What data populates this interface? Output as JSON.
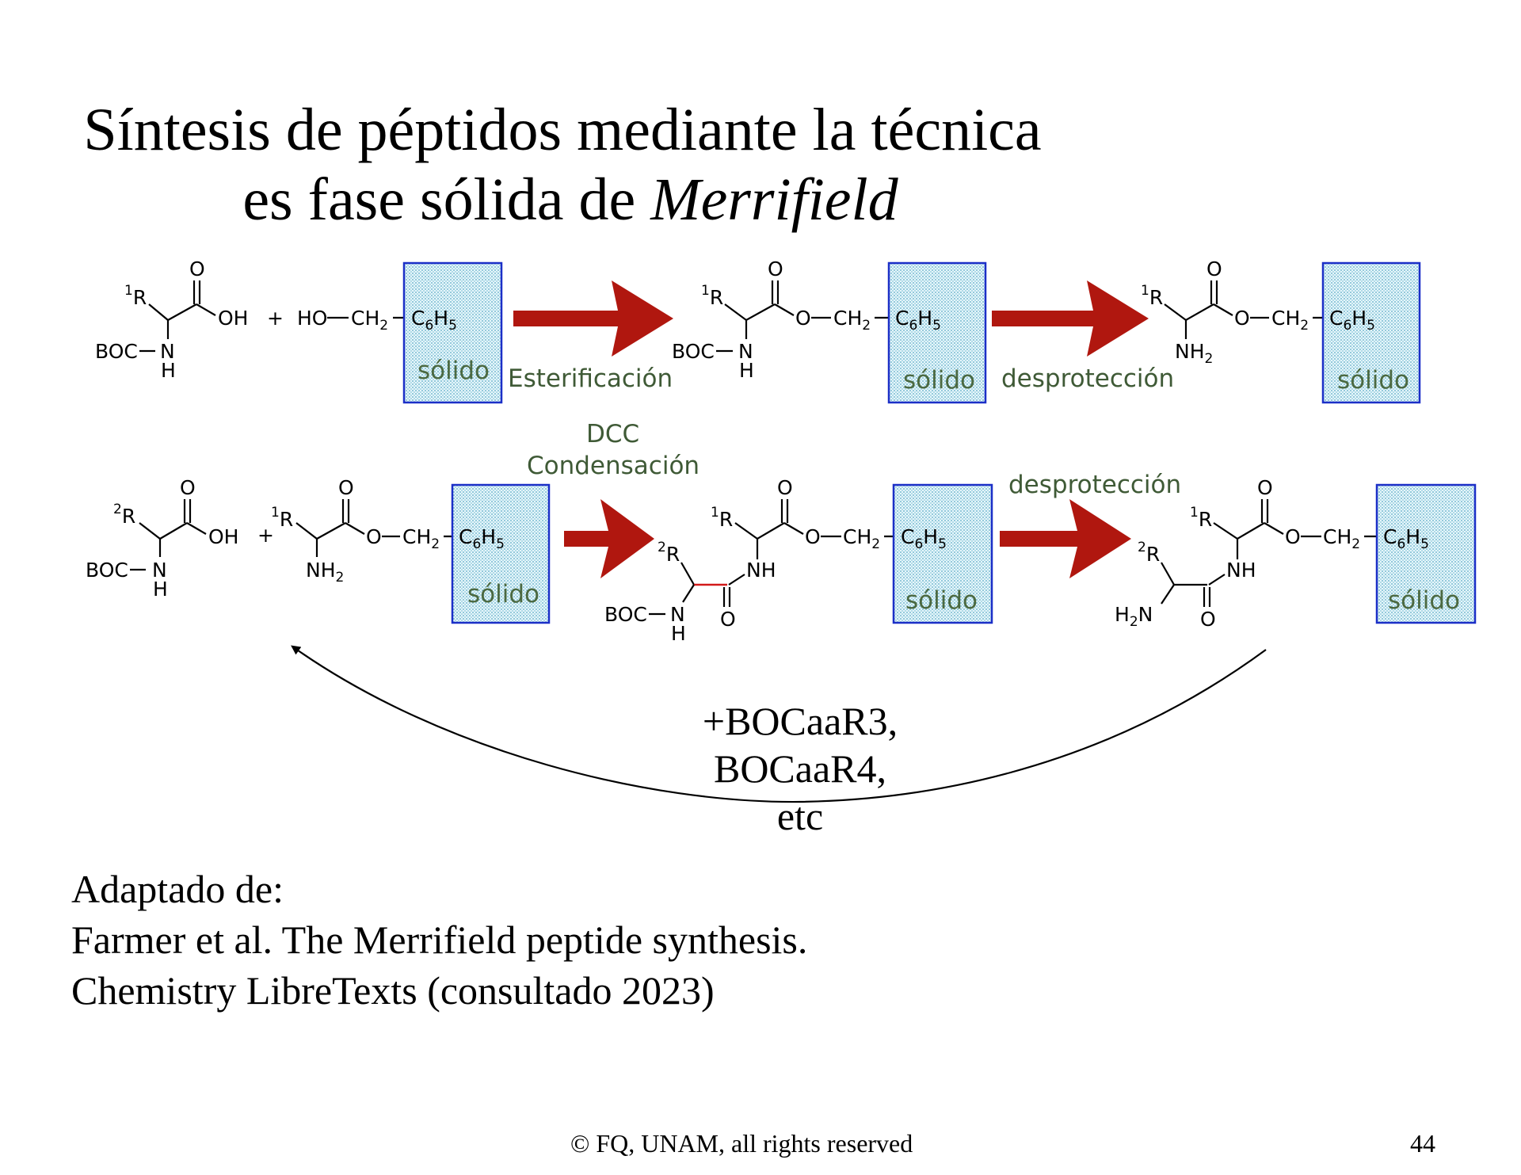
{
  "title": {
    "line1": "Síntesis de péptidos mediante la técnica",
    "line2_prefix": "es fase sólida de ",
    "line2_italic": "Merrifield"
  },
  "scheme": {
    "row1": {
      "step1_label": "Esterificación",
      "step2_label": "desprotección"
    },
    "row2": {
      "step1_label_top": "DCC",
      "step1_label_bottom": "Condensación",
      "step2_label": "desprotección"
    },
    "support_label": "sólido",
    "groups": {
      "boc": "BOC",
      "oh": "OH",
      "ho_ch2": "HO",
      "ch2": "CH",
      "c6h5_c": "C",
      "c6h5_h": "H",
      "o": "O",
      "n": "N",
      "h": "H",
      "nh": "NH",
      "nh2": "NH",
      "h2n": "H",
      "r": "R",
      "sup1": "1",
      "sup2": "2",
      "sub2": "2",
      "sub6": "6",
      "sub5": "5",
      "plus": "+"
    },
    "arrow_color": "#b0170f",
    "support_border_color": "#1b2fc7"
  },
  "cycle": {
    "line1": "+BOCaaR3,",
    "line2": "BOCaaR4,",
    "line3": "etc"
  },
  "reference": {
    "line1": "Adaptado de:",
    "line2": "Farmer et al. The Merrifield peptide synthesis.",
    "line3": "Chemistry LibreTexts (consultado 2023)"
  },
  "footer": {
    "copyright": "© FQ, UNAM, all rights reserved",
    "page_number": "44"
  }
}
